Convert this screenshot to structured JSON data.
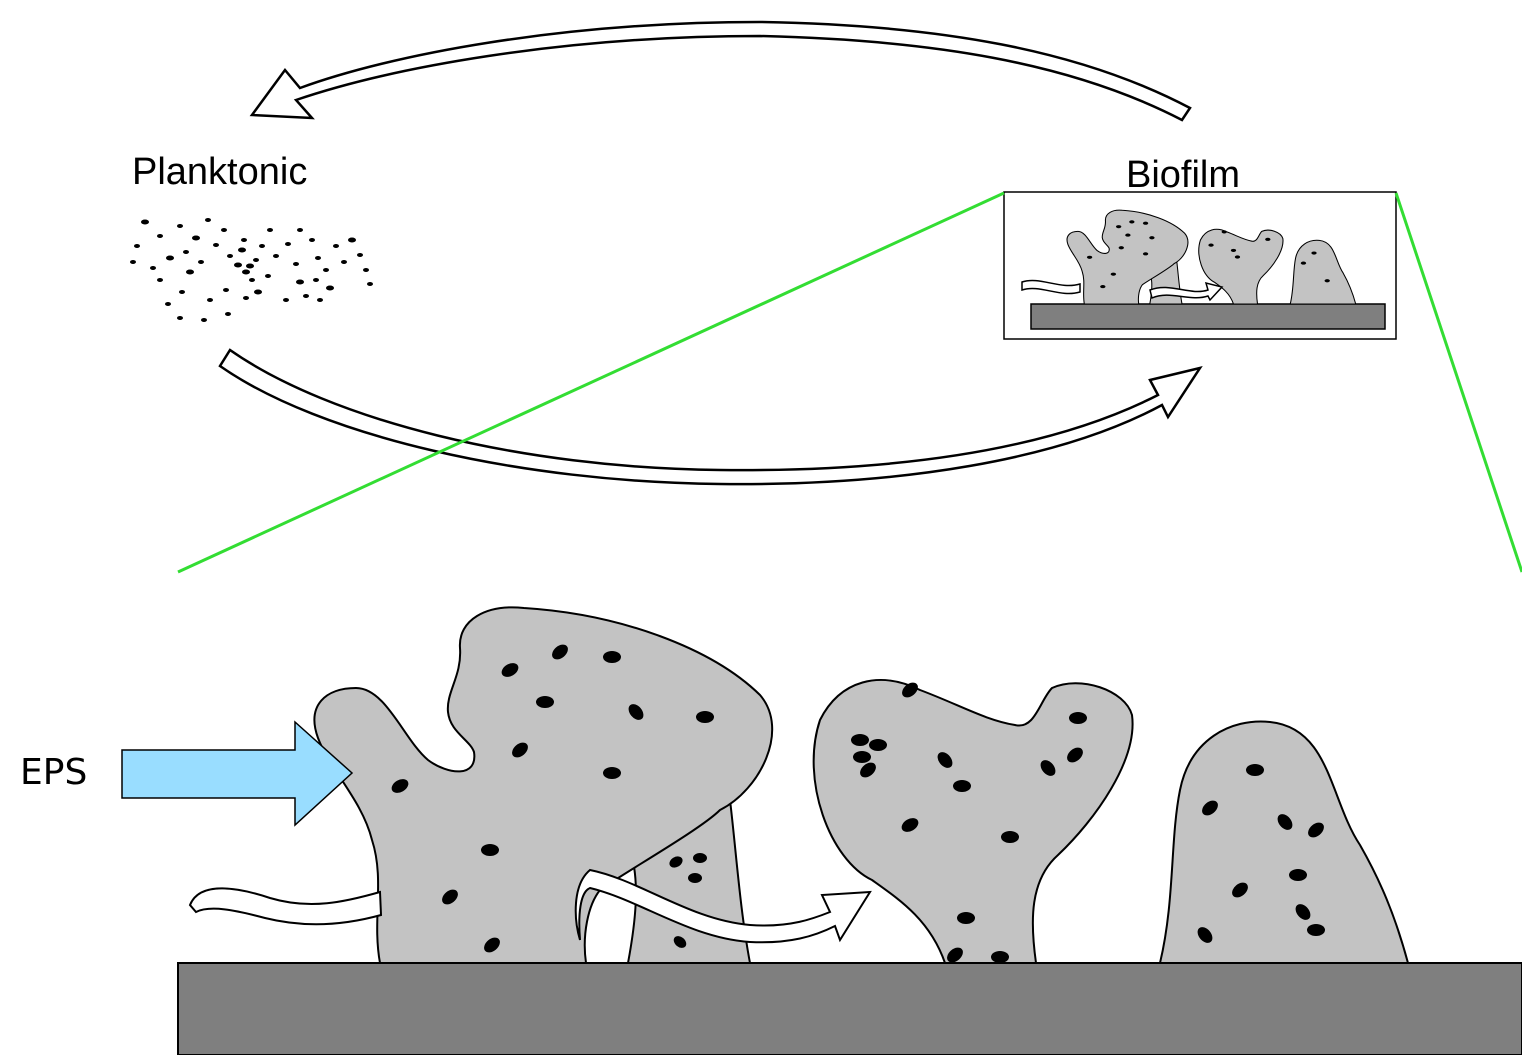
{
  "labels": {
    "planktonic": "Planktonic",
    "biofilm": "Biofilm",
    "eps": "EPS"
  },
  "colors": {
    "background": "#ffffff",
    "colony_fill": "#c3c3c3",
    "substrate_fill": "#7f7f7f",
    "zoom_lines": "#33dd33",
    "eps_arrow": "#99ddff",
    "cell": "#000000",
    "outline": "#000000"
  },
  "icons": {
    "cycle_top": "curved-arrow-icon",
    "cycle_bottom": "curved-arrow-icon",
    "eps": "block-arrow-icon",
    "flow": "wavy-arrow-icon"
  }
}
